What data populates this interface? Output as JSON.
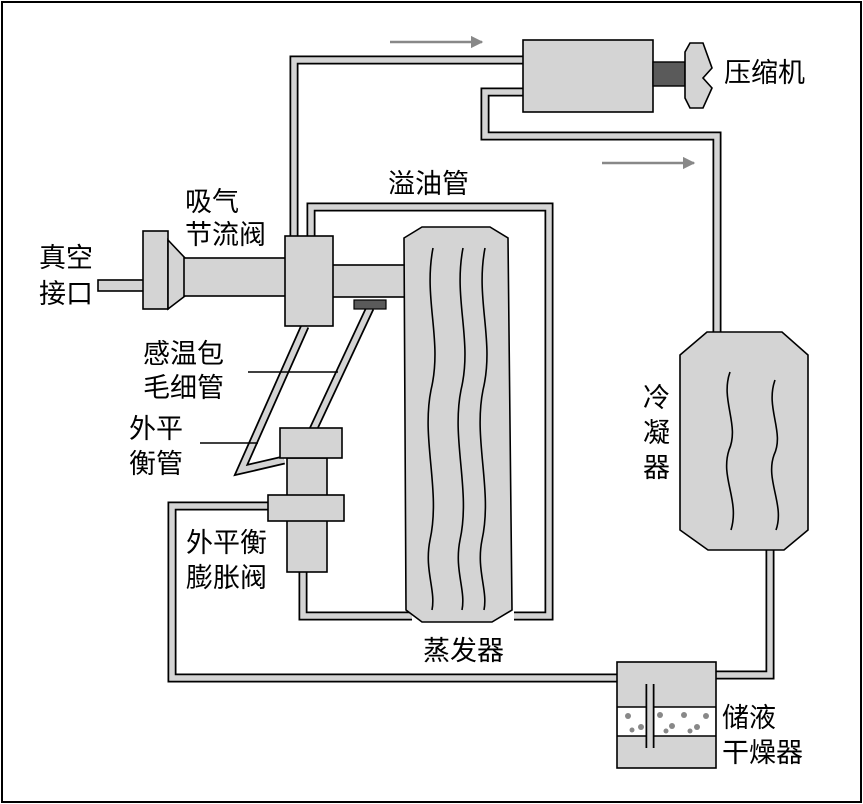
{
  "labels": {
    "compressor": "压缩机",
    "suction_throttle_valve": [
      "吸气",
      "节流阀"
    ],
    "vacuum_port": [
      "真空",
      "接口"
    ],
    "oil_overflow_pipe": "溢油管",
    "bulb_capillary": [
      "感温包",
      "毛细管"
    ],
    "external_balance_pipe": [
      "外平",
      "衡管"
    ],
    "external_balance_expansion_valve": [
      "外平衡",
      "膨胀阀"
    ],
    "evaporator": "蒸发器",
    "condenser": [
      "冷",
      "凝",
      "器"
    ],
    "receiver_drier": [
      "储液",
      "干燥器"
    ]
  },
  "colors": {
    "component_fill": "#d4d4d4",
    "outline": "#000000",
    "arrow": "#888888",
    "shaft": "#5a5a5a"
  }
}
